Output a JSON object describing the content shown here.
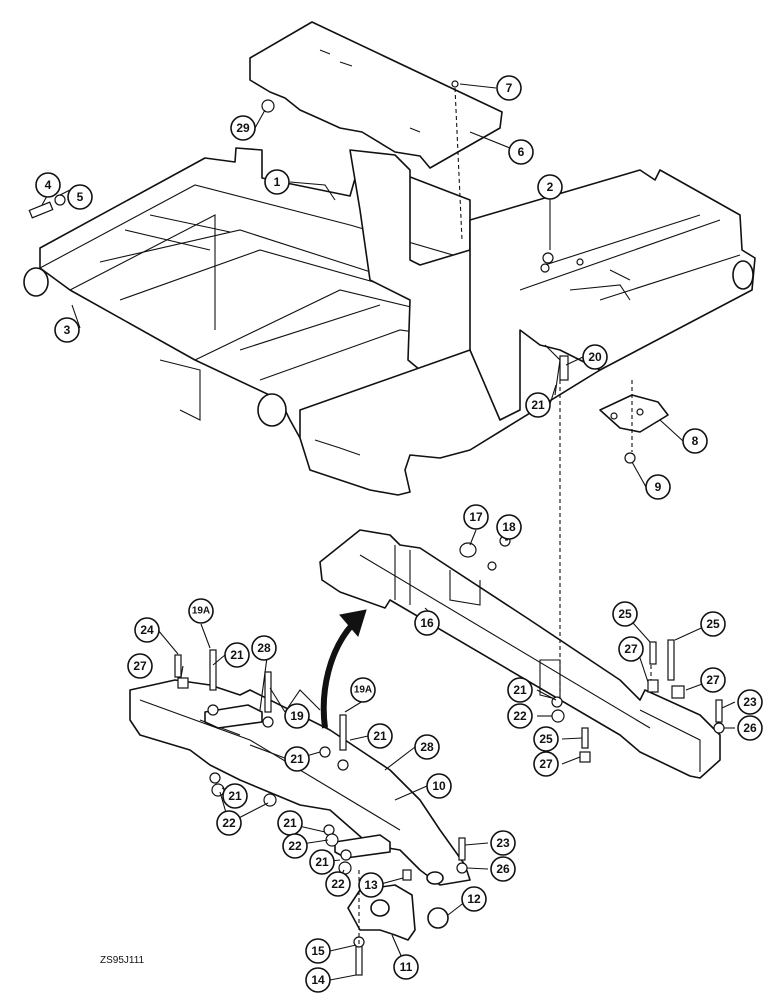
{
  "drawing_code": "ZS95J111",
  "callouts": [
    {
      "id": "c29",
      "label": "29"
    },
    {
      "id": "c7",
      "label": "7"
    },
    {
      "id": "c6",
      "label": "6"
    },
    {
      "id": "c1",
      "label": "1"
    },
    {
      "id": "c2",
      "label": "2"
    },
    {
      "id": "c4",
      "label": "4"
    },
    {
      "id": "c5",
      "label": "5"
    },
    {
      "id": "c3",
      "label": "3"
    },
    {
      "id": "c20",
      "label": "20"
    },
    {
      "id": "c21a",
      "label": "21"
    },
    {
      "id": "c8",
      "label": "8"
    },
    {
      "id": "c9",
      "label": "9"
    },
    {
      "id": "c17",
      "label": "17"
    },
    {
      "id": "c18",
      "label": "18"
    },
    {
      "id": "c16",
      "label": "16"
    },
    {
      "id": "c19a1",
      "label": "19A"
    },
    {
      "id": "c24",
      "label": "24"
    },
    {
      "id": "c21b",
      "label": "21"
    },
    {
      "id": "c28a",
      "label": "28"
    },
    {
      "id": "c27a",
      "label": "27"
    },
    {
      "id": "c19",
      "label": "19"
    },
    {
      "id": "c19a2",
      "label": "19A"
    },
    {
      "id": "c21c",
      "label": "21"
    },
    {
      "id": "c21d",
      "label": "21"
    },
    {
      "id": "c28b",
      "label": "28"
    },
    {
      "id": "c21e",
      "label": "21"
    },
    {
      "id": "c22a",
      "label": "22"
    },
    {
      "id": "c10",
      "label": "10"
    },
    {
      "id": "c21f",
      "label": "21"
    },
    {
      "id": "c22b",
      "label": "22"
    },
    {
      "id": "c21g",
      "label": "21"
    },
    {
      "id": "c22c",
      "label": "22"
    },
    {
      "id": "c13",
      "label": "13"
    },
    {
      "id": "c12",
      "label": "12"
    },
    {
      "id": "c15",
      "label": "15"
    },
    {
      "id": "c14",
      "label": "14"
    },
    {
      "id": "c11",
      "label": "11"
    },
    {
      "id": "c25a",
      "label": "25"
    },
    {
      "id": "c25b",
      "label": "25"
    },
    {
      "id": "c27b",
      "label": "27"
    },
    {
      "id": "c27c",
      "label": "27"
    },
    {
      "id": "c21h",
      "label": "21"
    },
    {
      "id": "c22d",
      "label": "22"
    },
    {
      "id": "c25c",
      "label": "25"
    },
    {
      "id": "c27d",
      "label": "27"
    },
    {
      "id": "c23a",
      "label": "23"
    },
    {
      "id": "c26a",
      "label": "26"
    },
    {
      "id": "c23b",
      "label": "23"
    },
    {
      "id": "c26b",
      "label": "26"
    }
  ]
}
